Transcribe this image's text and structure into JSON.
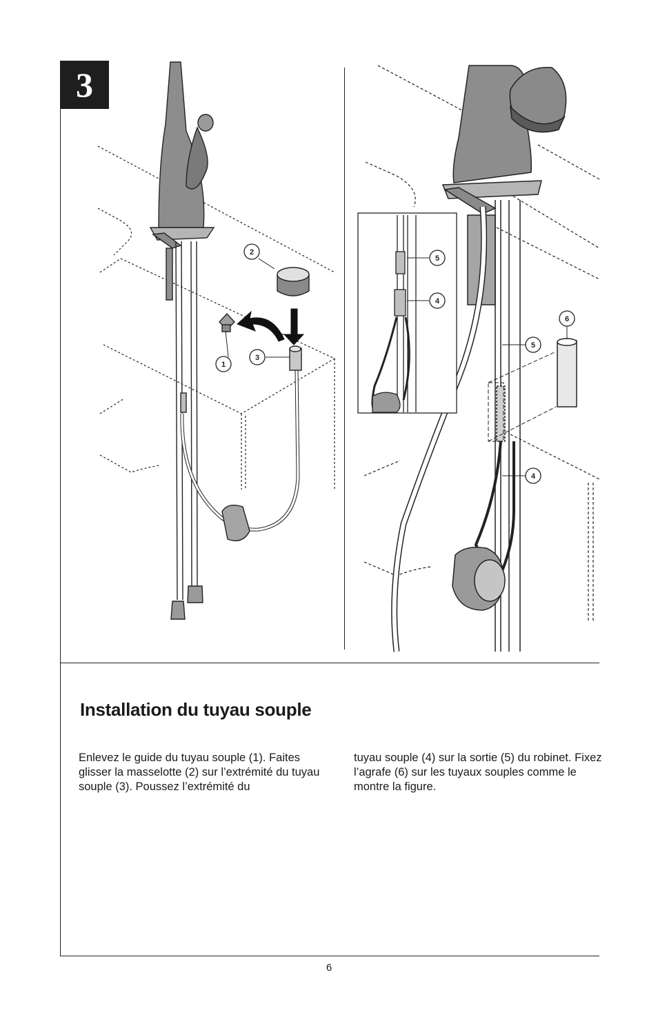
{
  "step": {
    "number": "3"
  },
  "section": {
    "title": "Installation du tuyau souple",
    "paragraph_col1": "Enlevez le guide du tuyau souple (1). Faites glisser la masselotte (2) sur l’extrémité du tuyau souple (3). Poussez l’extrémité du",
    "paragraph_col2": "tuyau souple (4) sur la sortie (5) du robinet. Fixez l’agrafe (6) sur les tuyaux souples comme le montre la figure."
  },
  "callouts": {
    "left": [
      "2",
      "1",
      "3"
    ],
    "inset": [
      "5",
      "4"
    ],
    "right": [
      "6",
      "5",
      "4"
    ]
  },
  "footer": {
    "page_number": "6"
  }
}
